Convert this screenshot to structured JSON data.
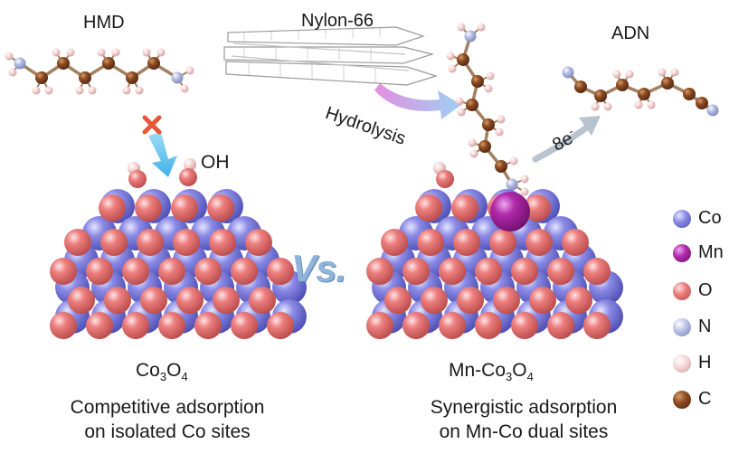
{
  "labels": {
    "hmd": "HMD",
    "nylon": "Nylon-66",
    "adn": "ADN",
    "oh": "OH",
    "hydrolysis": "Hydrolysis",
    "electrons": "8e",
    "electrons_sup": "-",
    "vs": "Vs.",
    "left_catalyst_main": "Co",
    "left_catalyst_sub1": "3",
    "left_catalyst_mid": "O",
    "left_catalyst_sub2": "4",
    "right_catalyst_main": "Mn-Co",
    "right_catalyst_sub1": "3",
    "right_catalyst_mid": "O",
    "right_catalyst_sub2": "4",
    "left_caption_line1": "Competitive adsorption",
    "left_caption_line2": "on isolated Co sites",
    "right_caption_line1": "Synergistic adsorption",
    "right_caption_line2": "on Mn-Co dual sites"
  },
  "legend": [
    {
      "label": "Co",
      "color": "#6f6fd8",
      "icon": "co-atom-icon"
    },
    {
      "label": "Mn",
      "color": "#a0209a",
      "icon": "mn-atom-icon"
    },
    {
      "label": "O",
      "color": "#e36a6a",
      "icon": "o-atom-icon"
    },
    {
      "label": "N",
      "color": "#a9b3dc",
      "icon": "n-atom-icon"
    },
    {
      "label": "H",
      "color": "#f2c9c9",
      "icon": "h-atom-icon"
    },
    {
      "label": "C",
      "color": "#8a4a22",
      "icon": "c-atom-icon"
    }
  ],
  "colors": {
    "co": "#6f6fd8",
    "mn": "#a0209a",
    "o": "#e36a6a",
    "n": "#a9b3dc",
    "h": "#f2c9c9",
    "c": "#8a4a22",
    "blocked_mark": "#e8563a",
    "down_arrow": "#6cc7ee",
    "hydrolysis_arrow": "#d67ad8",
    "electron_arrow": "#a9b9c9"
  }
}
